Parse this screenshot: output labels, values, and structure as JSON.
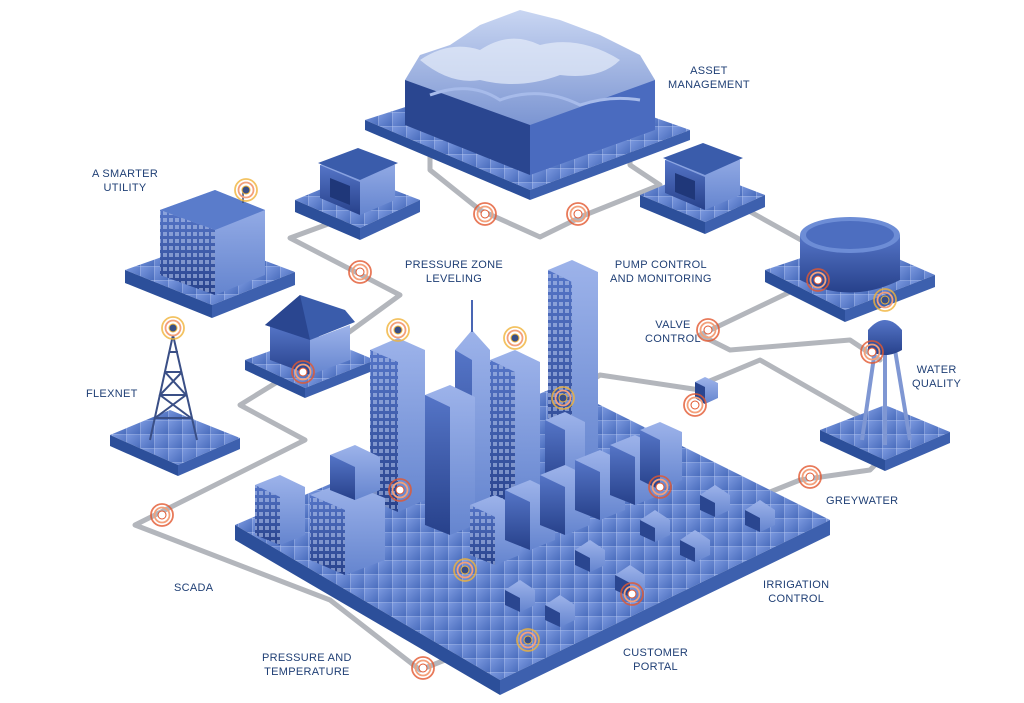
{
  "labels": {
    "asset_management": [
      "ASSET",
      "MANAGEMENT"
    ],
    "smarter_utility": [
      "A SMARTER",
      "UTILITY"
    ],
    "pressure_zone": [
      "PRESSURE ZONE",
      "LEVELING"
    ],
    "pump_control": [
      "PUMP CONTROL",
      "AND MONITORING"
    ],
    "valve_control": [
      "VALVE",
      "CONTROL"
    ],
    "water_quality": [
      "WATER",
      "QUALITY"
    ],
    "flexnet": [
      "FLEXNET"
    ],
    "greywater": [
      "GREYWATER"
    ],
    "scada": [
      "SCADA"
    ],
    "irrigation": [
      "IRRIGATION",
      "CONTROL"
    ],
    "pressure_temp": [
      "PRESSURE AND",
      "TEMPERATURE"
    ],
    "customer_portal": [
      "CUSTOMER",
      "PORTAL"
    ]
  },
  "colors": {
    "tile_top": "#5b7fc9",
    "tile_side": "#2c4f9a",
    "building_light": "#7393d8",
    "building_dark": "#2a4690",
    "pipe": "#b0b4bb",
    "ring": "#e2572f",
    "ring_yellow": "#f0b33a",
    "text": "#1f3f75"
  },
  "icons": [
    "signal-ring-icon",
    "antenna-icon"
  ]
}
